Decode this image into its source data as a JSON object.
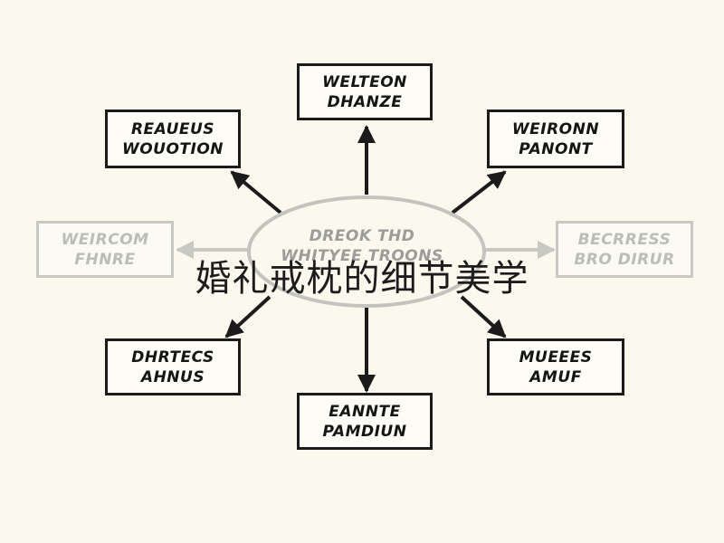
{
  "overlay_title": "婚礼戒枕的细节美学",
  "hub": {
    "line1": "DREOK THD",
    "line2": "WHITYEE TROONS"
  },
  "boxes": {
    "top": {
      "line1": "WELTEON",
      "line2": "DHANZE"
    },
    "top_left": {
      "line1": "REAUEUS",
      "line2": "WOUOTION"
    },
    "top_right": {
      "line1": "WEIRONN",
      "line2": "PANONT"
    },
    "mid_left": {
      "line1": "WEIRCOM",
      "line2": "FHNRE"
    },
    "mid_right": {
      "line1": "BECRRESS",
      "line2": "BRO DIRUR"
    },
    "bottom_left": {
      "line1": "DHRTECS",
      "line2": "AHNUS"
    },
    "bottom_right": {
      "line1": "MUEEES",
      "line2": "AMUF"
    },
    "bottom": {
      "line1": "EANNTE",
      "line2": "PAMDIUN"
    }
  },
  "colors": {
    "ink": "#1b1b1b",
    "faded": "#c9c9c4",
    "background": "#fbf8ee"
  }
}
